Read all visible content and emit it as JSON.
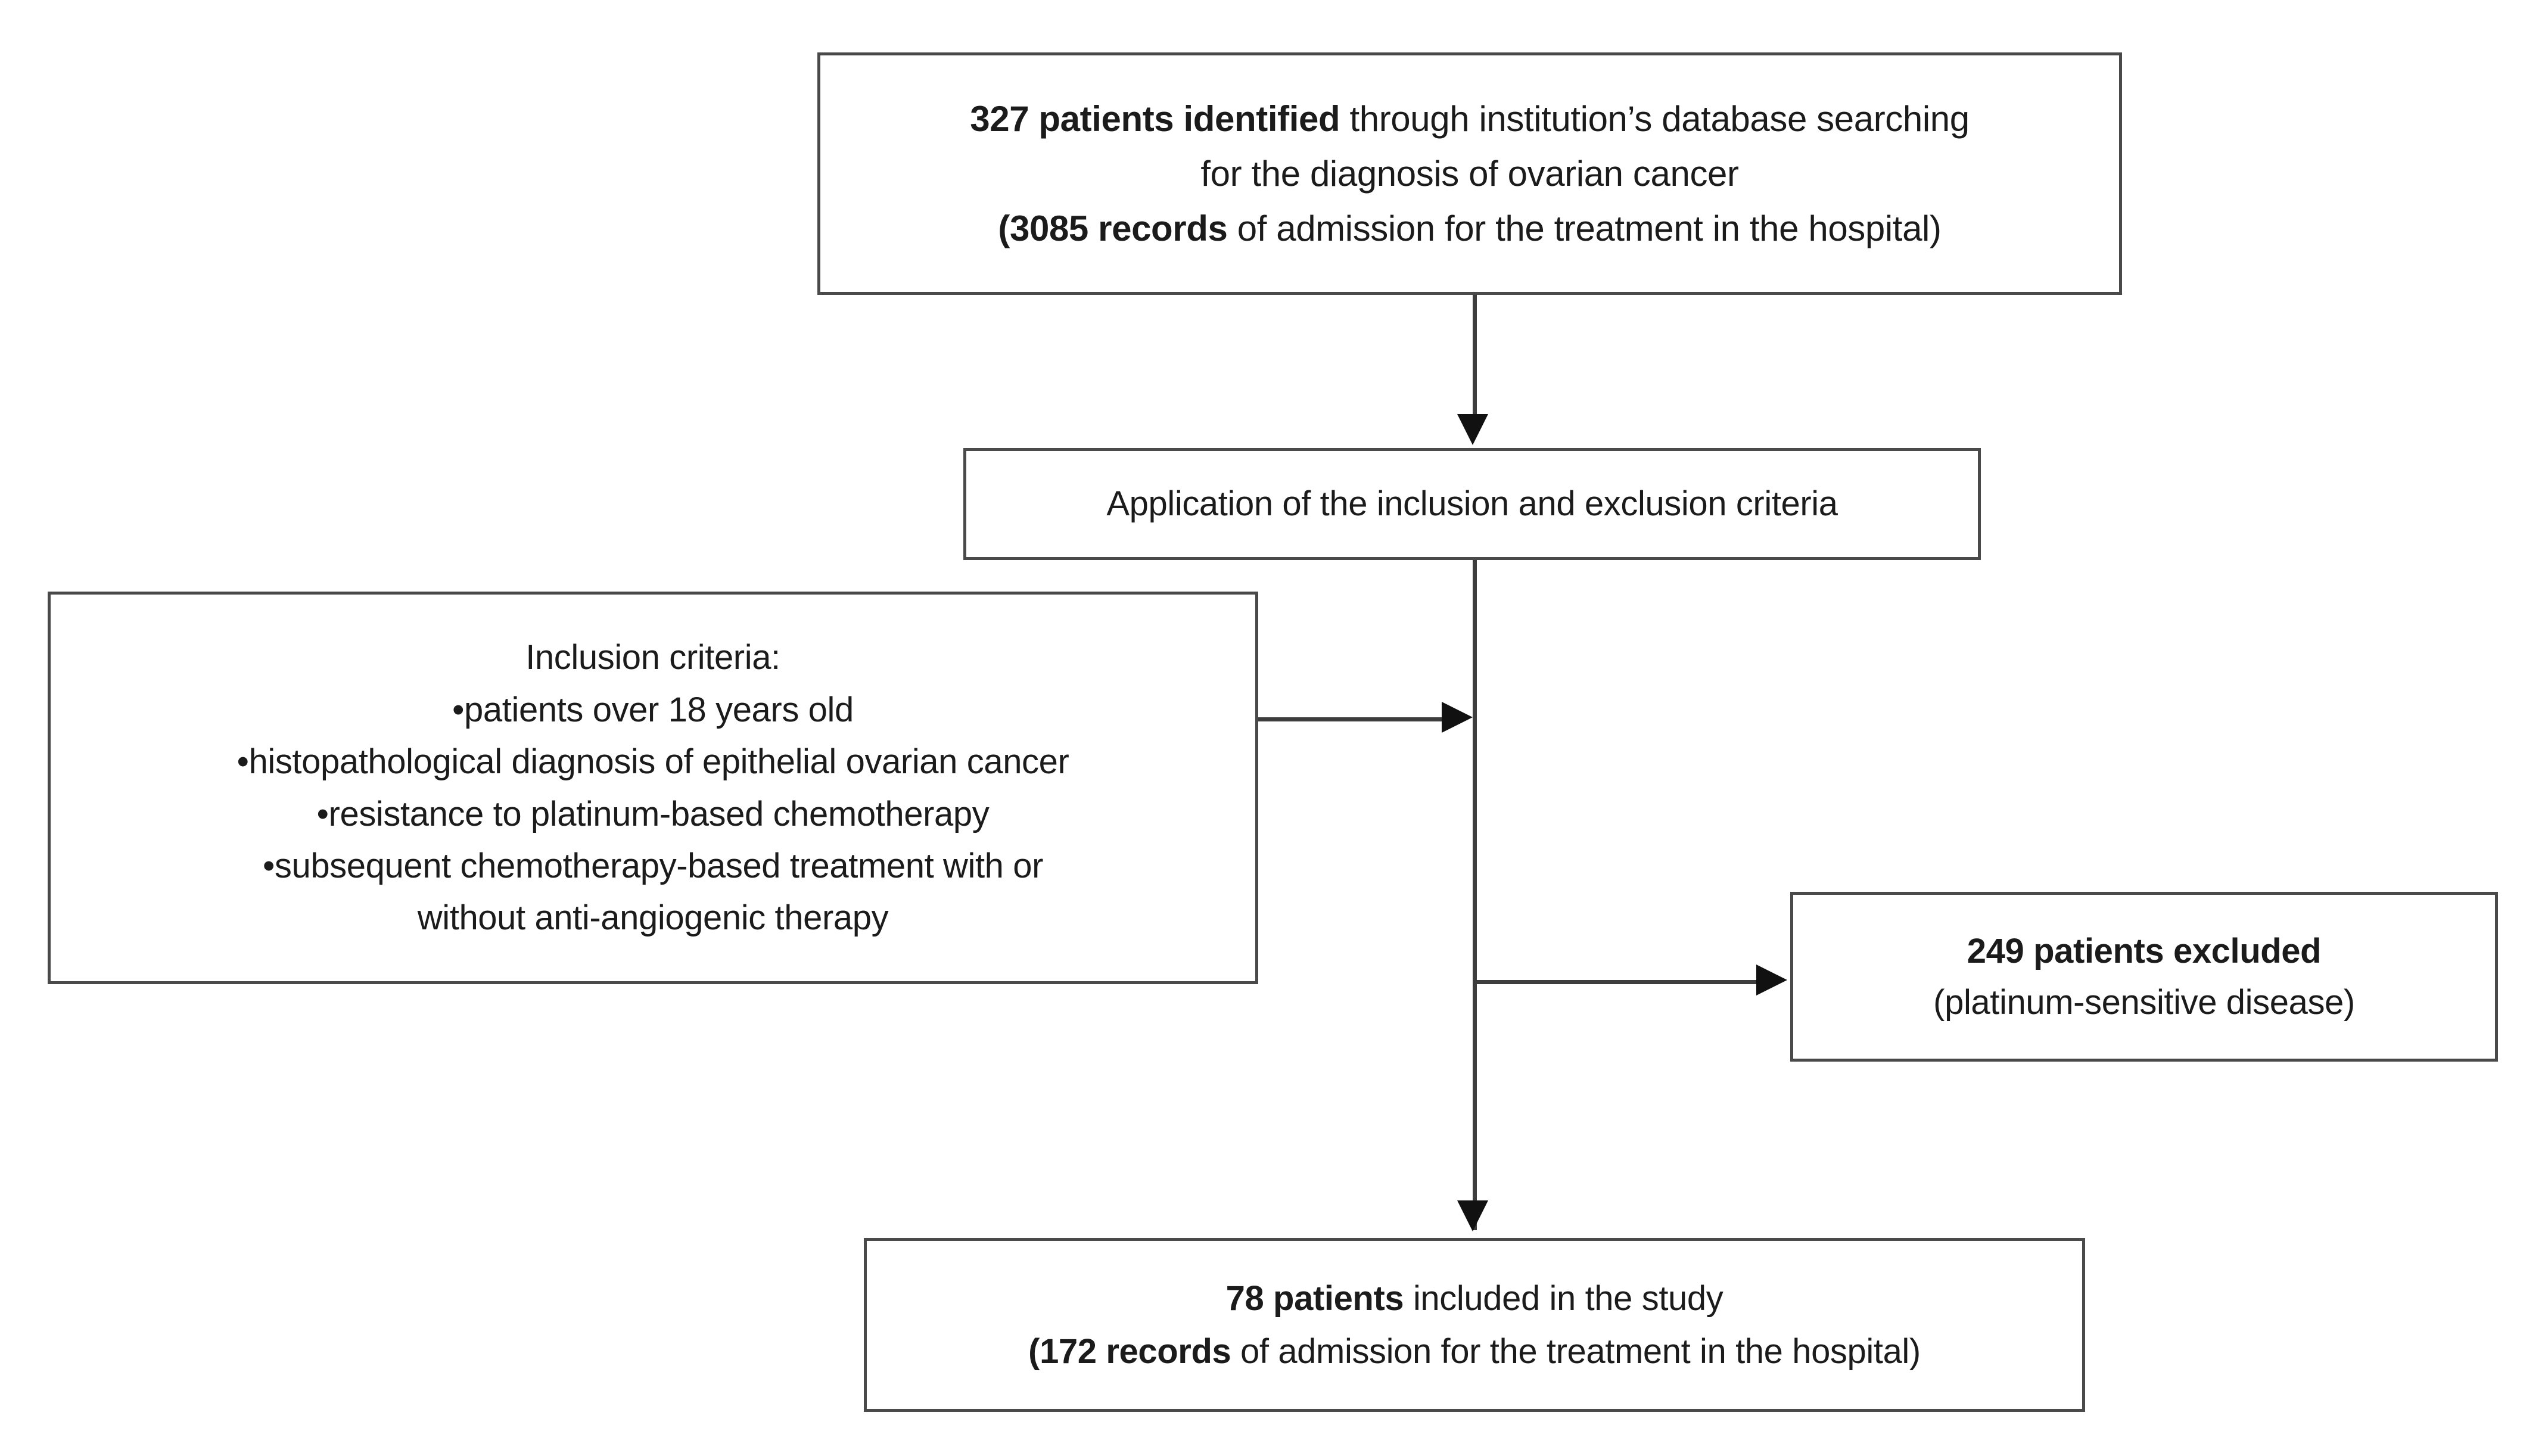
{
  "diagram": {
    "title": "Patient selection flow diagram",
    "colors": {
      "box_border": "#4a4a4a",
      "connector": "#3d3d3d",
      "arrowhead": "#111111",
      "background": "#ffffff",
      "text": "#1b1b1b"
    },
    "nodes": {
      "identified": {
        "name": "patients-identified",
        "lines": [
          {
            "bold": "327  patients identified",
            "rest": " through institution’s database searching"
          },
          {
            "bold": "",
            "rest": "for the diagnosis of ovarian cancer"
          },
          {
            "bold": "(3085  records",
            "rest": " of admission for the treatment in the hospital)"
          }
        ],
        "line_1_bold": "327  patients identified",
        "line_1_rest": " through institution’s database searching",
        "line_2": "for the diagnosis of ovarian cancer",
        "line_3_bold": "(3085  records",
        "line_3_rest": " of admission for the treatment in the hospital)"
      },
      "criteria": {
        "name": "application-of-criteria",
        "text": "Application of the inclusion and exclusion criteria"
      },
      "inclusion": {
        "name": "inclusion-criteria",
        "heading": "Inclusion criteria:",
        "items": [
          "•patients over 18 years old",
          "•histopathological diagnosis of epithelial ovarian cancer",
          "•resistance to platinum-based chemotherapy",
          "•subsequent chemotherapy-based treatment with or",
          "without anti-angiogenic therapy"
        ]
      },
      "excluded": {
        "name": "patients-excluded",
        "line_1": "249  patients excluded",
        "line_2": "(platinum-sensitive disease)"
      },
      "included": {
        "name": "patients-included",
        "line_1_bold": "78  patients",
        "line_1_rest": " included in the study",
        "line_2_bold": "(172 records",
        "line_2_rest": " of admission for the treatment in the hospital)"
      }
    },
    "connectors": {
      "identified_to_criteria": "arrow-down",
      "criteria_to_included": "arrow-down",
      "inclusion_to_trunk": "arrow-right",
      "trunk_to_excluded": "arrow-right"
    },
    "counts": {
      "identified_patients": 327,
      "identified_records": 3085,
      "excluded_patients": 249,
      "included_patients": 78,
      "included_records": 172,
      "minimum_age": 18
    }
  }
}
